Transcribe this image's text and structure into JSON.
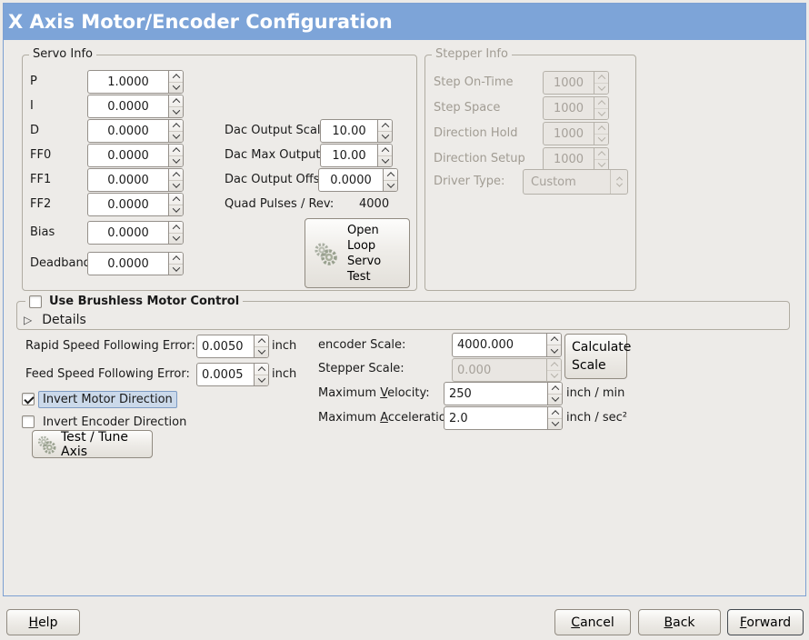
{
  "window": {
    "title": "X Axis Motor/Encoder Configuration"
  },
  "colors": {
    "titlebar_blue": "#7DA4D8",
    "panel_border_blue": "#7DA0D2",
    "focus_highlight": "#CBD9EA"
  },
  "servo_info": {
    "legend": "Servo Info",
    "rows": [
      {
        "label": "P",
        "value": "1.0000"
      },
      {
        "label": "I",
        "value": "0.0000"
      },
      {
        "label": "D",
        "value": "0.0000"
      },
      {
        "label": "FF0",
        "value": "0.0000"
      },
      {
        "label": "FF1",
        "value": "0.0000"
      },
      {
        "label": "FF2",
        "value": "0.0000"
      },
      {
        "label": "Bias",
        "value": "0.0000"
      },
      {
        "label": "Deadband",
        "value": "0.0000"
      }
    ]
  },
  "dac": {
    "scale_label": "Dac Output Scale:",
    "scale_value": "10.00",
    "max_label": "Dac Max Output:",
    "max_value": "10.00",
    "offset_label": "Dac Output Offset:",
    "offset_value": "0.0000",
    "quad_label": "Quad Pulses / Rev:",
    "quad_value": "4000",
    "open_loop_button": "Open\nLoop\nServo\nTest"
  },
  "stepper_info": {
    "legend": "Stepper Info",
    "rows": [
      {
        "label": "Step On-Time",
        "value": "1000"
      },
      {
        "label": "Step Space",
        "value": "1000"
      },
      {
        "label": "Direction Hold",
        "value": "1000"
      },
      {
        "label": "Direction Setup",
        "value": "1000"
      }
    ],
    "driver_type_label": "Driver Type:",
    "driver_type_value": "Custom"
  },
  "brushless": {
    "checkbox_label": "Use Brushless Motor Control",
    "details_label": "Details",
    "expander_icon": "▷"
  },
  "following_error": {
    "rapid_label": "Rapid Speed Following Error:",
    "rapid_value": "0.0050",
    "rapid_unit": "inch",
    "feed_label": "Feed Speed Following Error:",
    "feed_value": "0.0005",
    "feed_unit": "inch"
  },
  "scaling": {
    "encoder_label": "encoder Scale:",
    "encoder_value": "4000.000",
    "calculate_button": "Calculate\nScale",
    "stepper_label": "Stepper Scale:",
    "stepper_value": "0.000",
    "velocity_label": "Maximum _Velocity:",
    "velocity_value": "250",
    "velocity_unit": "inch / min",
    "accel_label": "Maximum _Acceleration:",
    "accel_value": "2.0",
    "accel_unit": "inch / sec²"
  },
  "direction": {
    "invert_motor_label": "Invert Motor Direction",
    "invert_encoder_label": "Invert Encoder Direction",
    "test_tune_button": "Test / Tune Axis"
  },
  "footer": {
    "help": "_Help",
    "cancel": "_Cancel",
    "back": "_Back",
    "forward": "_Forward"
  }
}
